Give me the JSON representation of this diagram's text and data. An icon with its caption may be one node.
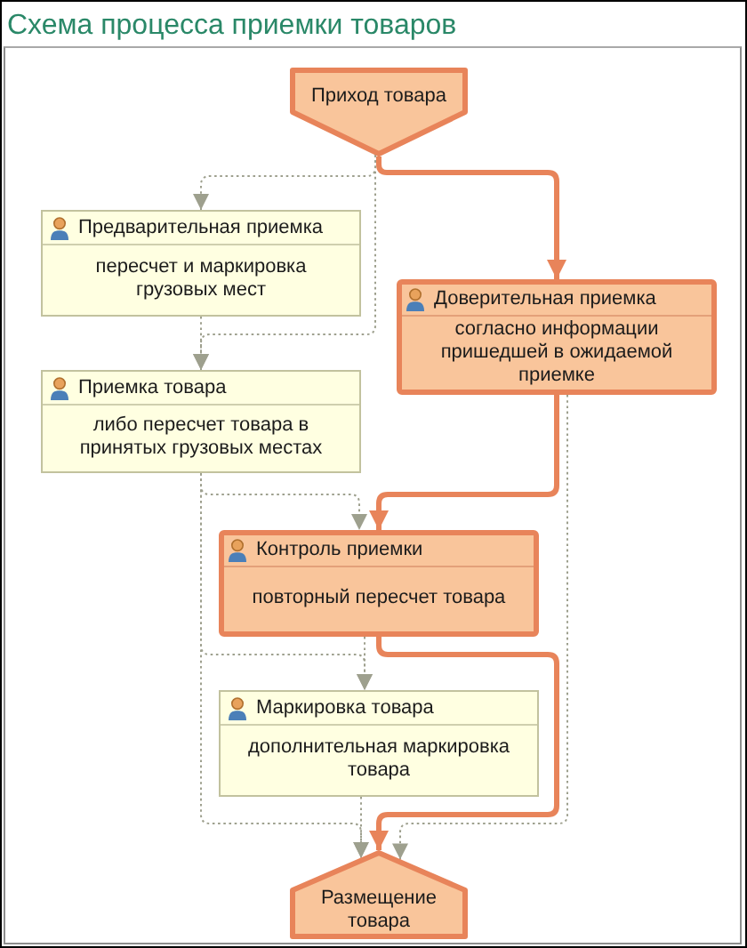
{
  "diagram": {
    "title": "Схема процесса приемки товаров",
    "nodes": [
      {
        "text": [
          "Приход товара"
        ]
      },
      {
        "text": [
          "Предварительная приемка",
          "пересчет и маркировка грузовых мест"
        ]
      },
      {
        "text": [
          "Доверительная приемка",
          "согласно информации пришедшей в ожидаемой приемке"
        ]
      },
      {
        "text": [
          "Приемка товара",
          "либо пересчет товара в принятых грузовых местах"
        ]
      },
      {
        "text": [
          "Контроль приемки",
          "повторный пересчет товара"
        ]
      },
      {
        "text": [
          "Маркировка товара",
          "дополнительная маркировка товара"
        ]
      },
      {
        "text": [
          "Размещение товара"
        ]
      }
    ],
    "edges": [
      {
        "from": 0,
        "to": 2,
        "arrow": "to",
        "style": "thick",
        "color": "#e8845a"
      },
      {
        "from": 0,
        "to": 1,
        "arrow": "to",
        "style": "dashed"
      },
      {
        "from": 0,
        "to": 3,
        "arrow": "to",
        "style": "dashed"
      },
      {
        "from": 1,
        "to": 3,
        "arrow": "to",
        "style": "dashed"
      },
      {
        "from": 2,
        "to": 4,
        "arrow": "to",
        "style": "thick",
        "color": "#e8845a"
      },
      {
        "from": 3,
        "to": 4,
        "arrow": "to",
        "style": "dashed"
      },
      {
        "from": 3,
        "to": 5,
        "arrow": "to",
        "style": "dashed"
      },
      {
        "from": 2,
        "to": 6,
        "arrow": "to",
        "style": "dashed"
      },
      {
        "from": 4,
        "to": 5,
        "arrow": "to",
        "style": "dashed"
      },
      {
        "from": 4,
        "to": 6,
        "arrow": "to",
        "style": "thick",
        "color": "#e8845a"
      },
      {
        "from": 5,
        "to": 6,
        "arrow": "to",
        "style": "dashed"
      },
      {
        "from": 3,
        "to": 6,
        "arrow": "to",
        "style": "dashed"
      }
    ]
  }
}
